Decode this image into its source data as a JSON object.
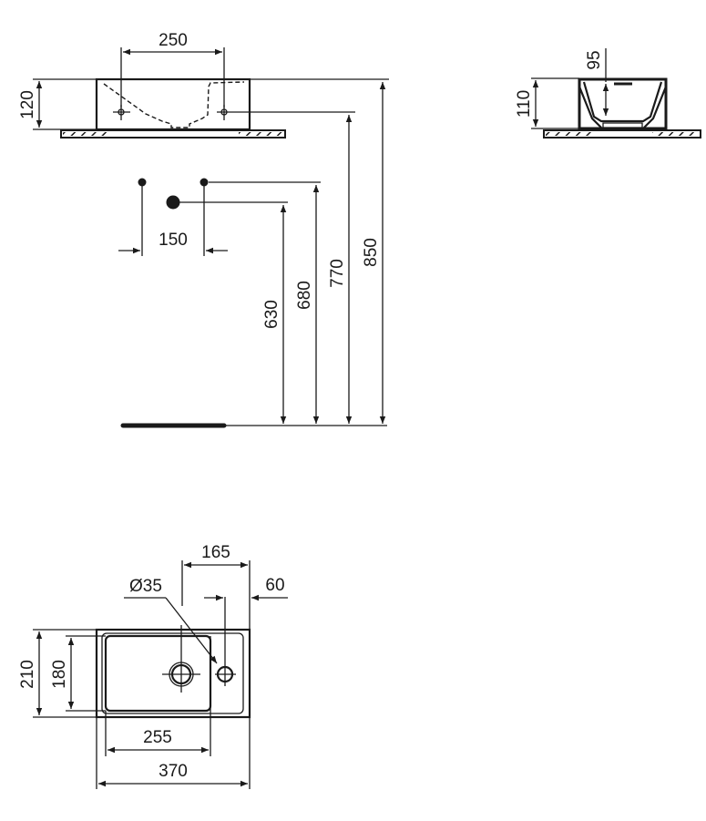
{
  "drawing": {
    "type": "technical drawing - wall-hung handrinse basin",
    "colors": {
      "ink": "#1a1a1a",
      "background": "#ffffff"
    },
    "front_view": {
      "labels": {
        "tap_hole_spacing": "250",
        "basin_height": "120"
      }
    },
    "side_view": {
      "labels": {
        "bowl_depth": "95",
        "basin_height": "110"
      }
    },
    "installation_heights": {
      "labels": {
        "supply_spacing": "150",
        "waste_height": "630",
        "supply_height": "680",
        "tap_hole_height": "770",
        "rim_height": "850"
      }
    },
    "plan_view": {
      "labels": {
        "waste_offset": "165",
        "tap_hole_offset": "60",
        "waste_diameter": "Ø35",
        "overall_depth": "210",
        "bowl_depth": "180",
        "bowl_width": "255",
        "overall_width": "370"
      }
    }
  }
}
